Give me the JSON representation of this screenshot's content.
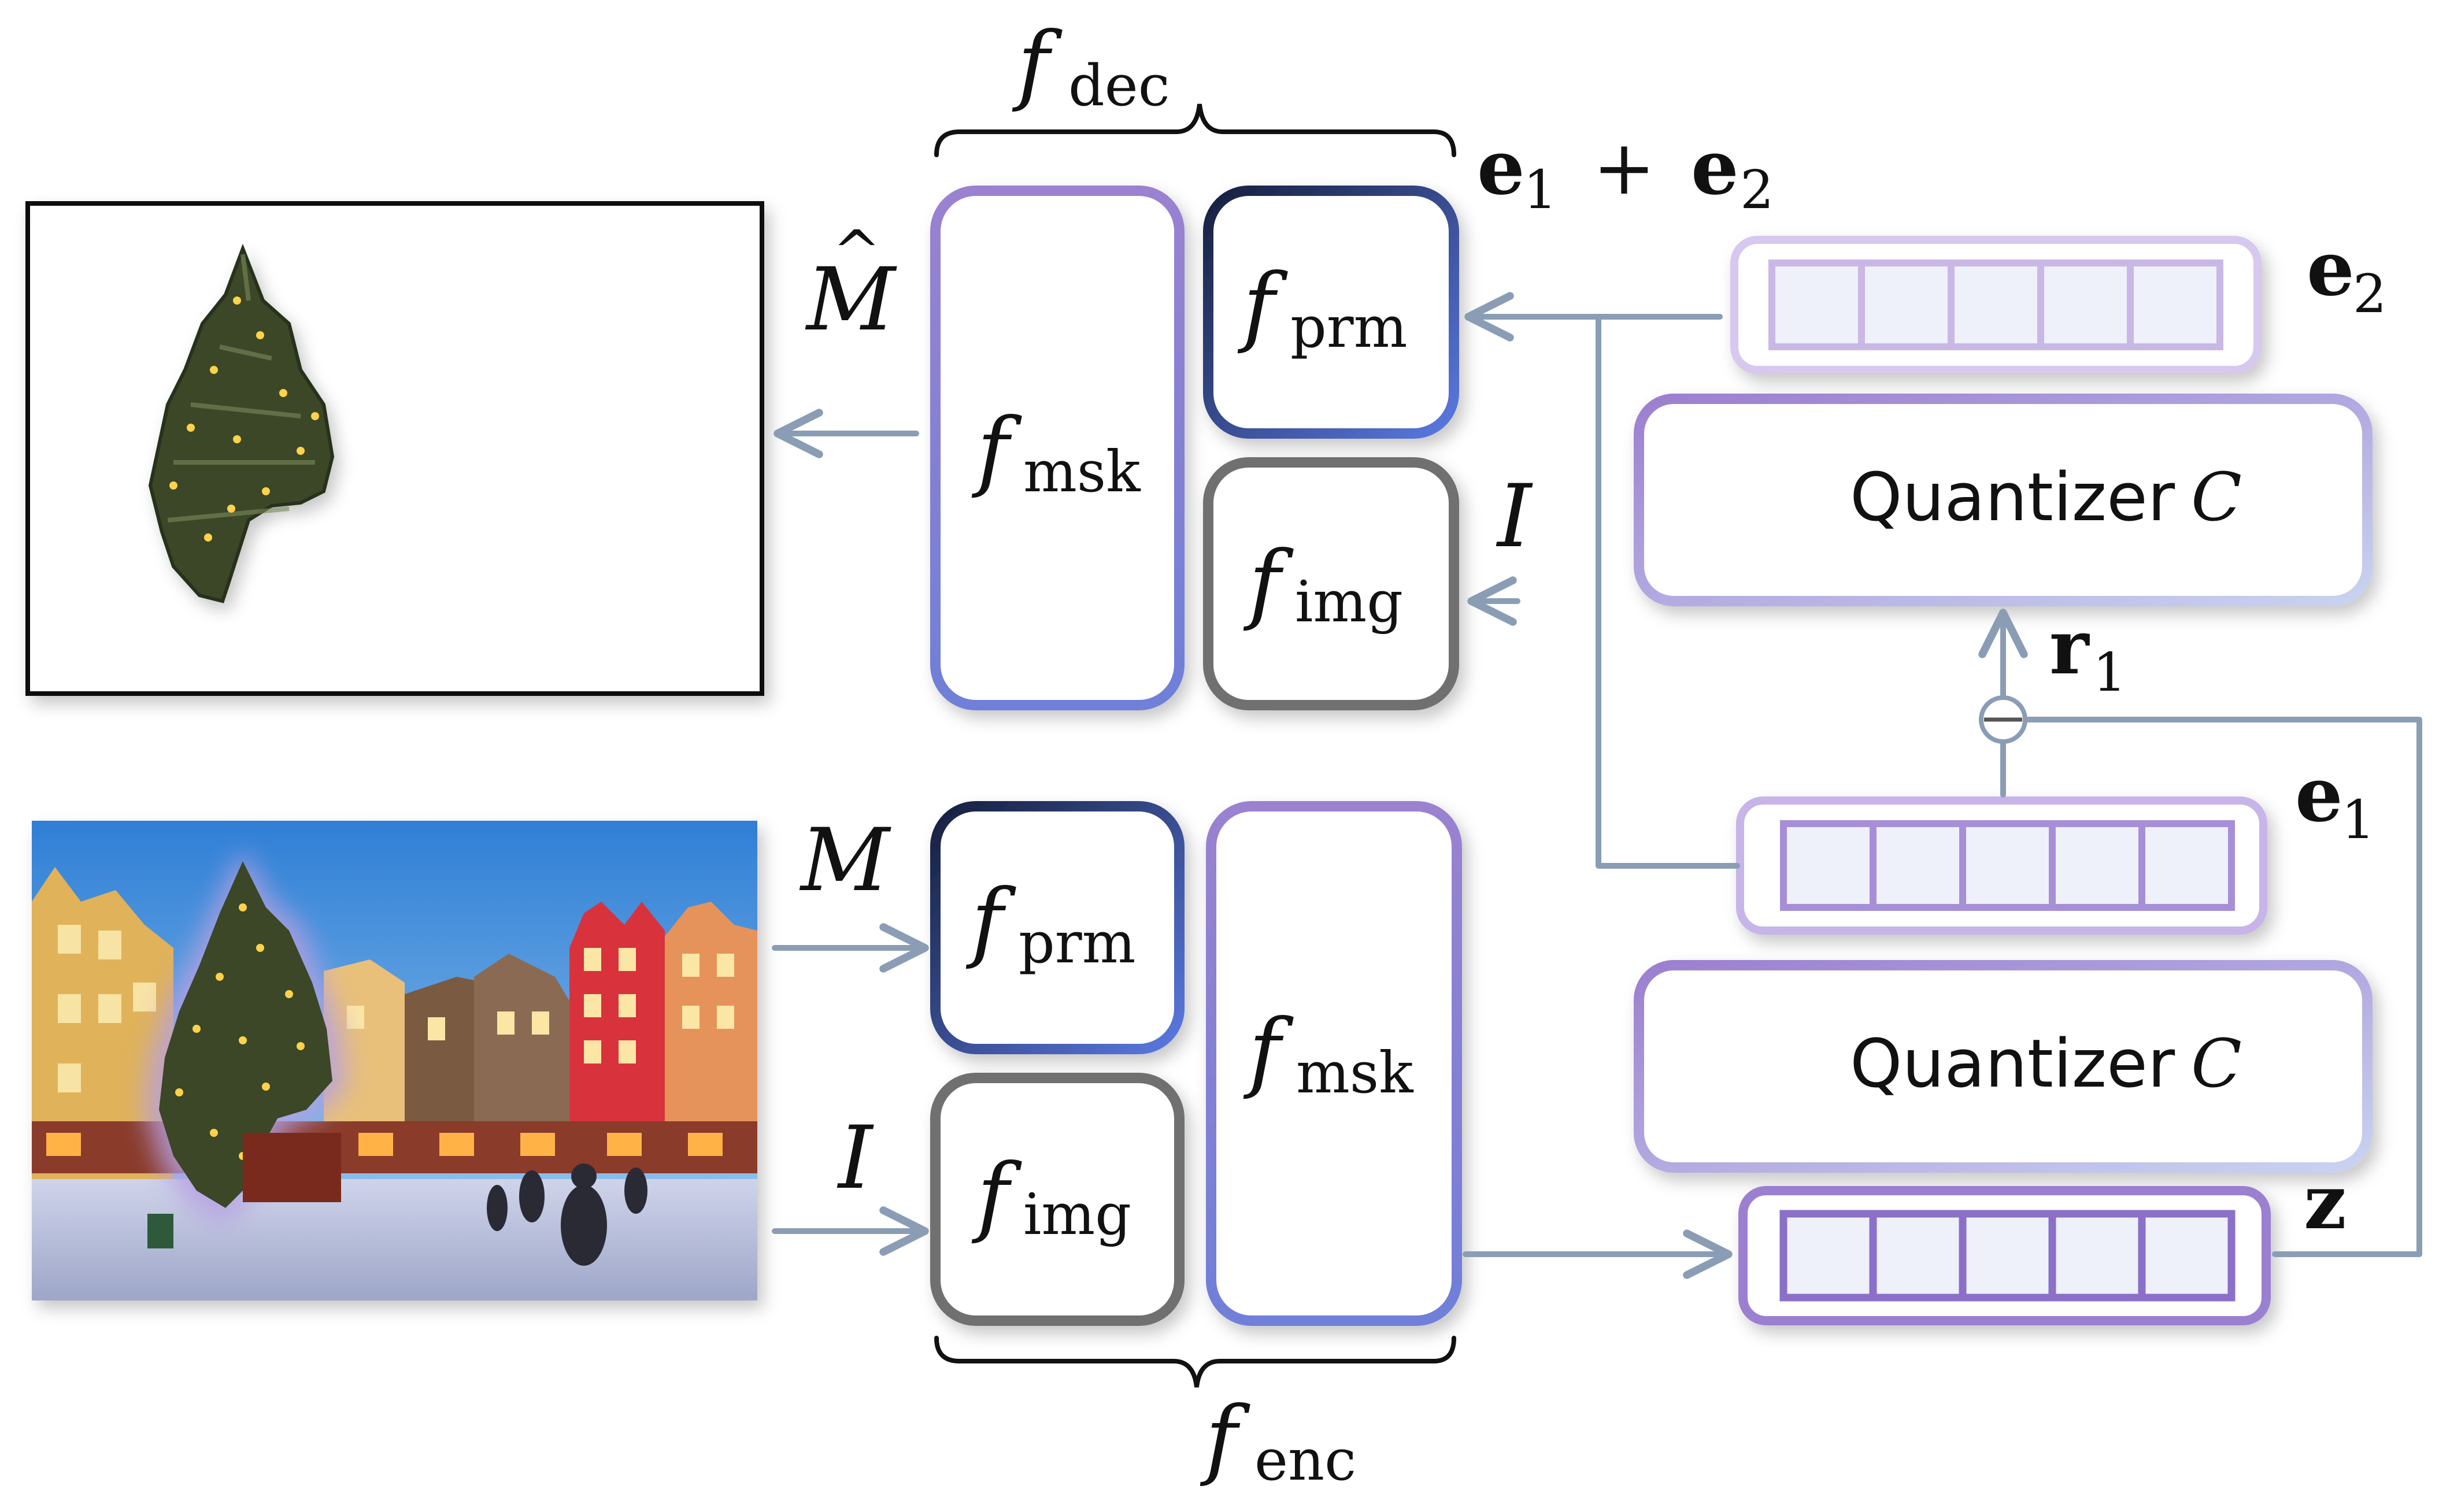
{
  "labels": {
    "f_dec_main": "f",
    "f_dec_sub": "dec",
    "f_enc_main": "f",
    "f_enc_sub": "enc",
    "f_msk_main": "f",
    "f_msk_sub": "msk",
    "f_prm_main": "f",
    "f_prm_sub": "prm",
    "f_img_main": "f",
    "f_img_sub": "img",
    "e_sum_e": "e",
    "e_sum_1": "1",
    "e_sum_plus": "+",
    "e_sum_e2": "e",
    "e_sum_2": "2",
    "e2_e": "e",
    "e2_sub": "2",
    "e1_e": "e",
    "e1_sub": "1",
    "r1_r": "r",
    "r1_sub": "1",
    "z": "z",
    "mask_hat": "M",
    "hat": "^",
    "mask": "M",
    "image": "I",
    "quantizer_label": "Quantizer",
    "quantizer_symbol": "C"
  },
  "colors": {
    "arrow": "#8a9db5",
    "purple": "#8f7cc8",
    "light_purple": "#c9b8e6",
    "cell_fill": "#eef0fa",
    "blue_dark": "#1f2a55",
    "blue": "#4f6ad6",
    "gray": "#707070",
    "sky": "#3f8fd8",
    "building_red": "#d8323e",
    "building_yellow": "#e8b045",
    "tree": "#3d4a2a",
    "snow": "#c7cde4"
  }
}
